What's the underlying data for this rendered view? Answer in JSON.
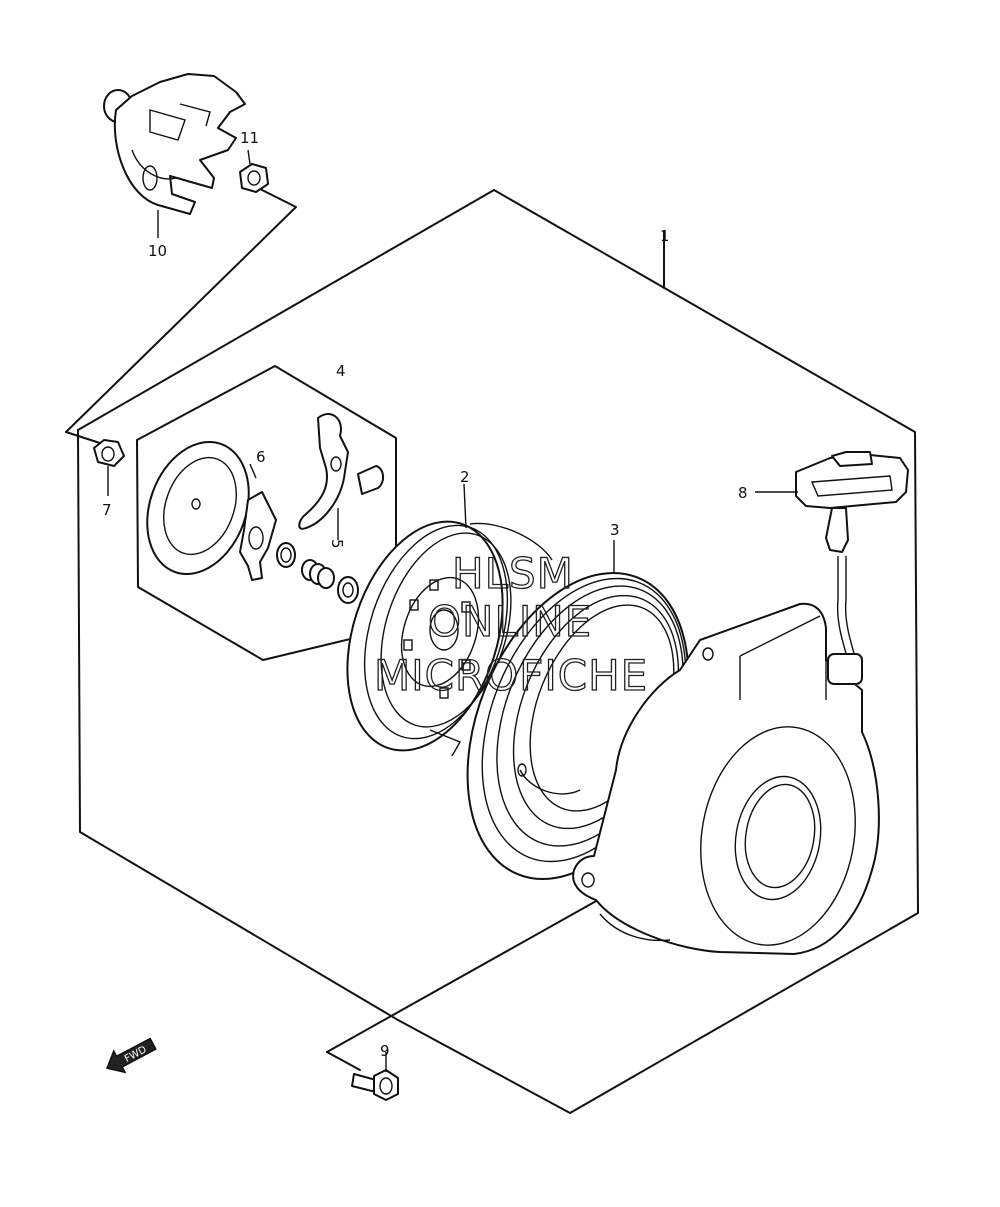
{
  "callouts": {
    "p1": "1",
    "p2": "2",
    "p3": "3",
    "p4": "4",
    "p5": "5",
    "p6": "6",
    "p7": "7",
    "p8": "8",
    "p9": "9",
    "p10": "10",
    "p11": "11"
  },
  "watermark": {
    "line1": "HLSM",
    "line2": "ONLINE",
    "line3": "MICROFICHE"
  },
  "direction_arrow": {
    "label": "FWD",
    "icon": "forward-arrow-icon"
  },
  "colors": {
    "line": "#111111",
    "background": "#ffffff"
  }
}
